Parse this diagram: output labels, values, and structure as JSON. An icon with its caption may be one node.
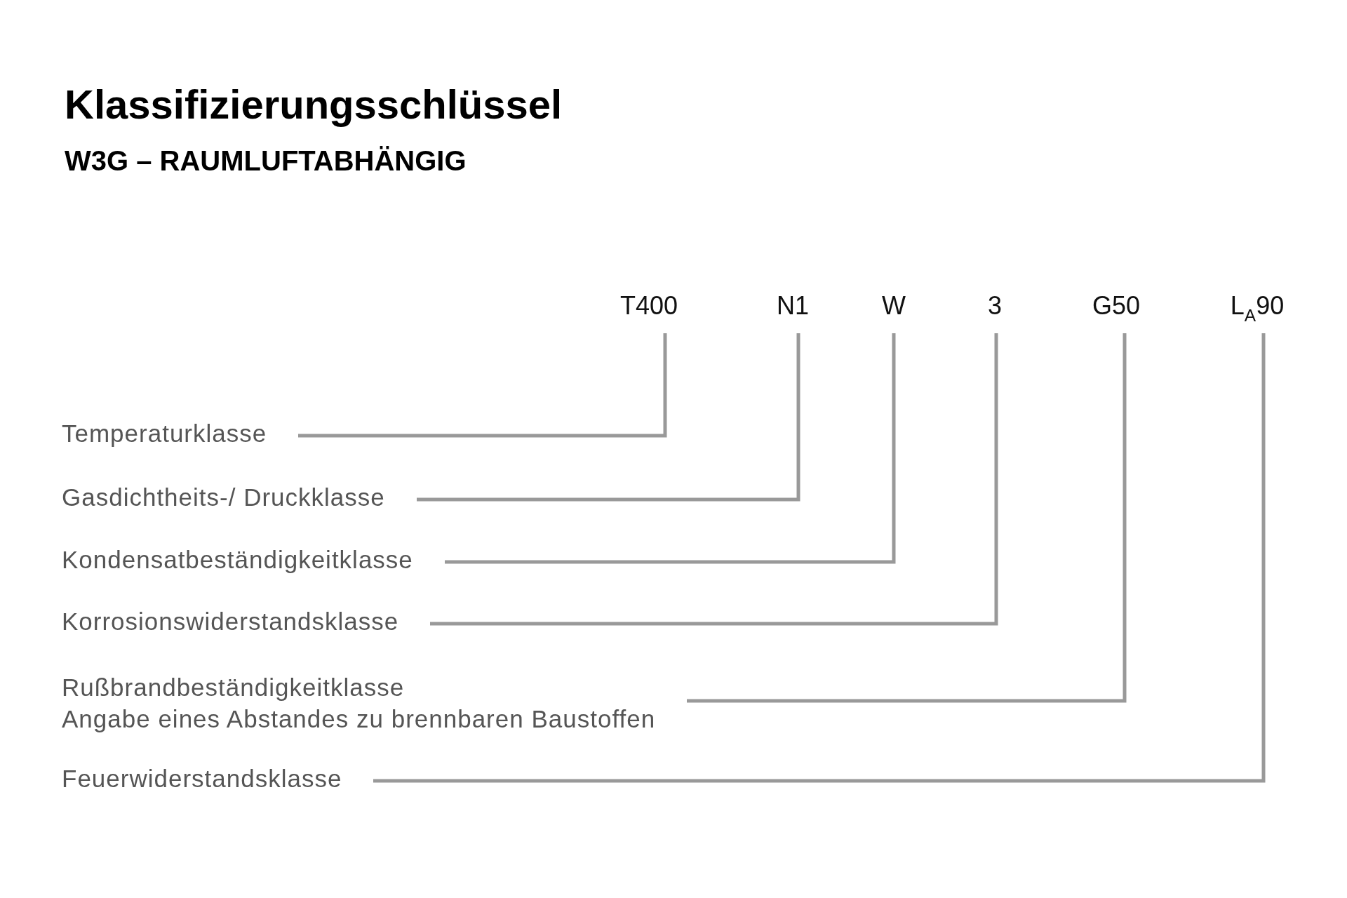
{
  "diagram": {
    "title": "Klassifizierungsschlüssel",
    "nodes": [
      {
        "text": [
          "T400"
        ]
      },
      {
        "text": [
          "N1"
        ]
      },
      {
        "text": [
          "W"
        ]
      },
      {
        "text": [
          "3"
        ]
      },
      {
        "text": [
          "G50"
        ]
      },
      {
        "text": [
          "L$_{A}$90"
        ]
      },
      {
        "text": [
          "Temperaturklasse"
        ]
      },
      {
        "text": [
          "Gasdichtheits-/ Druckklasse"
        ]
      },
      {
        "text": [
          "Kondensatbeständigkeitklasse"
        ]
      },
      {
        "text": [
          "Korrosionswiderstandsklasse"
        ]
      },
      {
        "text": [
          "Rußbrandbeständigkeitklasse",
          "Angabe eines Abstandes zu brennbaren Baustoffen"
        ]
      },
      {
        "text": [
          "Feuerwiderstandsklasse"
        ]
      }
    ],
    "edges": [
      {
        "from": 6,
        "to": 0,
        "arrow": "none"
      },
      {
        "from": 7,
        "to": 1,
        "arrow": "none"
      },
      {
        "from": 8,
        "to": 2,
        "arrow": "none"
      },
      {
        "from": 9,
        "to": 3,
        "arrow": "none"
      },
      {
        "from": 10,
        "to": 4,
        "arrow": "none"
      },
      {
        "from": 11,
        "to": 5,
        "arrow": "none"
      }
    ],
    "labels": [
      "W3G – RAUMLUFTABHÄNGIG"
    ]
  }
}
